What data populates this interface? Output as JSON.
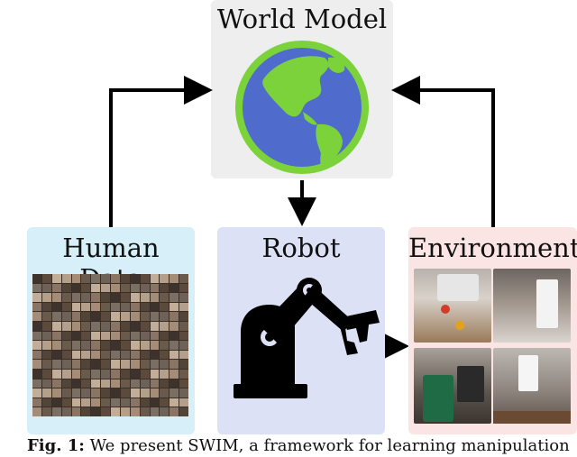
{
  "world_model": {
    "label": "World Model"
  },
  "human_data": {
    "label": "Human Data"
  },
  "robot": {
    "label": "Robot"
  },
  "environment": {
    "label": "Environment"
  },
  "caption": {
    "prefix": "Fig. 1:",
    "text": "We present SWIM, a framework for learning manipulation"
  },
  "colors": {
    "world_box": "#eeeeee",
    "human_box": "#d6eff8",
    "robot_box": "#dde1f5",
    "env_box": "#fbe4e4",
    "globe_ocean": "#4f6bcc",
    "globe_land": "#7bd23a",
    "arrow": "#000000"
  },
  "icons": [
    "globe-icon",
    "robot-arm-icon",
    "arrow-icon"
  ]
}
